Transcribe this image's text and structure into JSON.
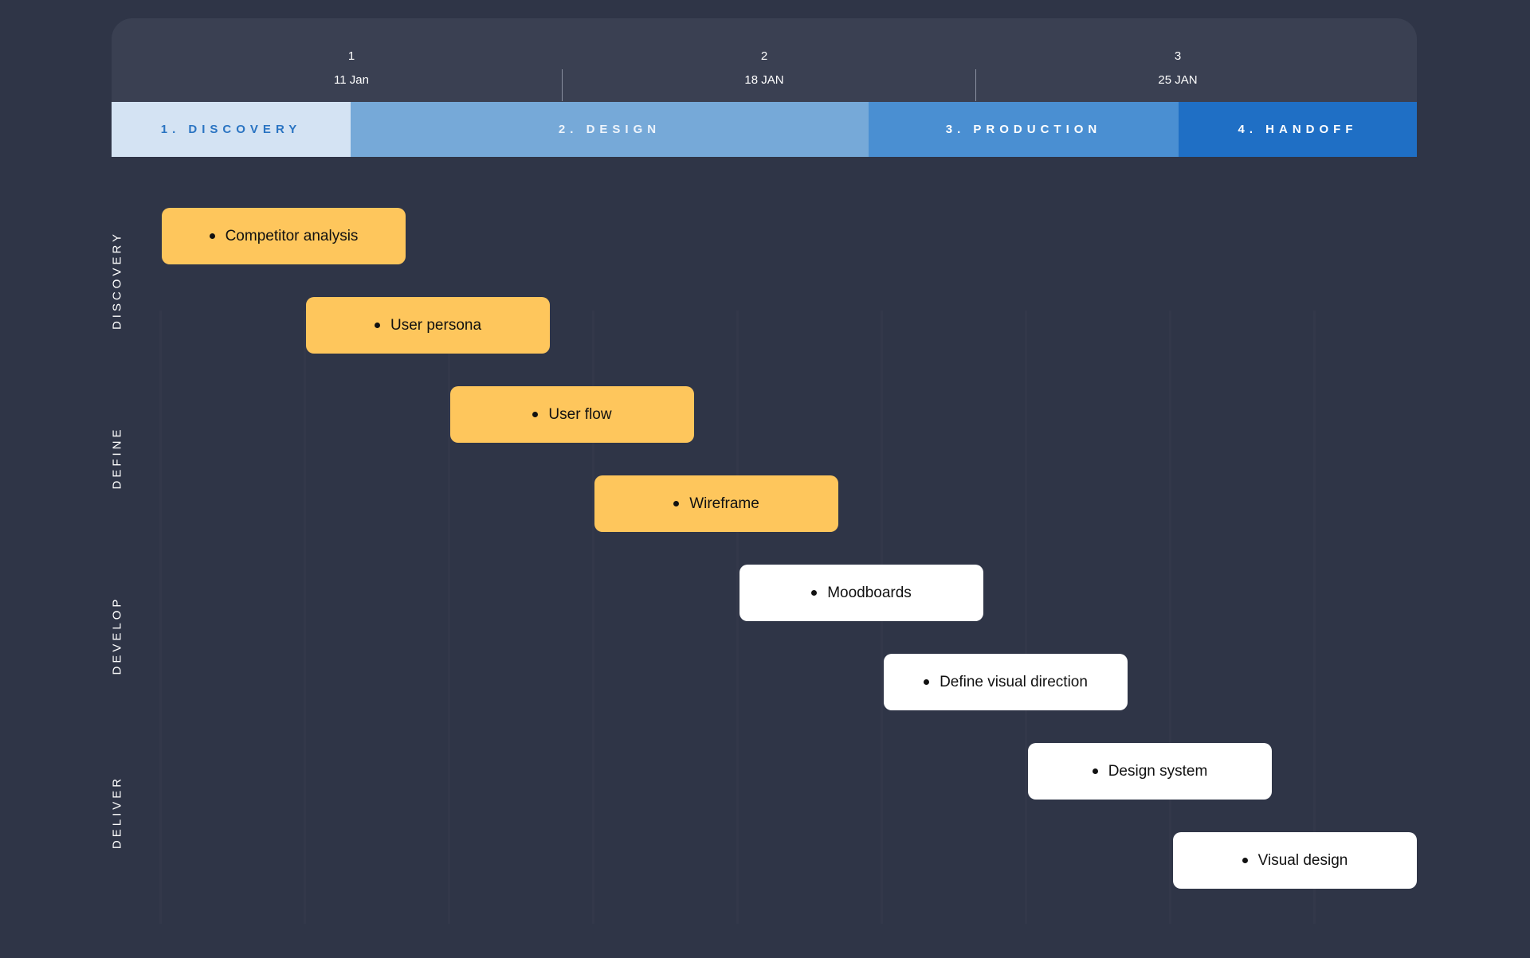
{
  "timeline": {
    "weeks": [
      {
        "number": "1",
        "date": "11 Jan"
      },
      {
        "number": "2",
        "date": "18 JAN"
      },
      {
        "number": "3",
        "date": "25 JAN"
      }
    ],
    "phases": [
      {
        "label": "1. DISCOVERY",
        "color": "#d4e3f3"
      },
      {
        "label": "2. DESIGN",
        "color": "#76a9d8"
      },
      {
        "label": "3. PRODUCTION",
        "color": "#4a8fd2"
      },
      {
        "label": "4. HANDOFF",
        "color": "#1f6fc5"
      }
    ]
  },
  "stages": [
    "DISCOVERY",
    "DEFINE",
    "DEVELOP",
    "DELIVER"
  ],
  "tasks": [
    {
      "label": "Competitor analysis",
      "color": "#fec65c"
    },
    {
      "label": "User persona",
      "color": "#fec65c"
    },
    {
      "label": "User flow",
      "color": "#fec65c"
    },
    {
      "label": "Wireframe",
      "color": "#fec65c"
    },
    {
      "label": "Moodboards",
      "color": "#ffffff"
    },
    {
      "label": "Define visual direction",
      "color": "#ffffff"
    },
    {
      "label": "Design system",
      "color": "#ffffff"
    },
    {
      "label": "Visual design",
      "color": "#ffffff"
    }
  ],
  "colors": {
    "background": "#2f3547",
    "header": "#3a4052",
    "accent_yellow": "#fec65c"
  }
}
